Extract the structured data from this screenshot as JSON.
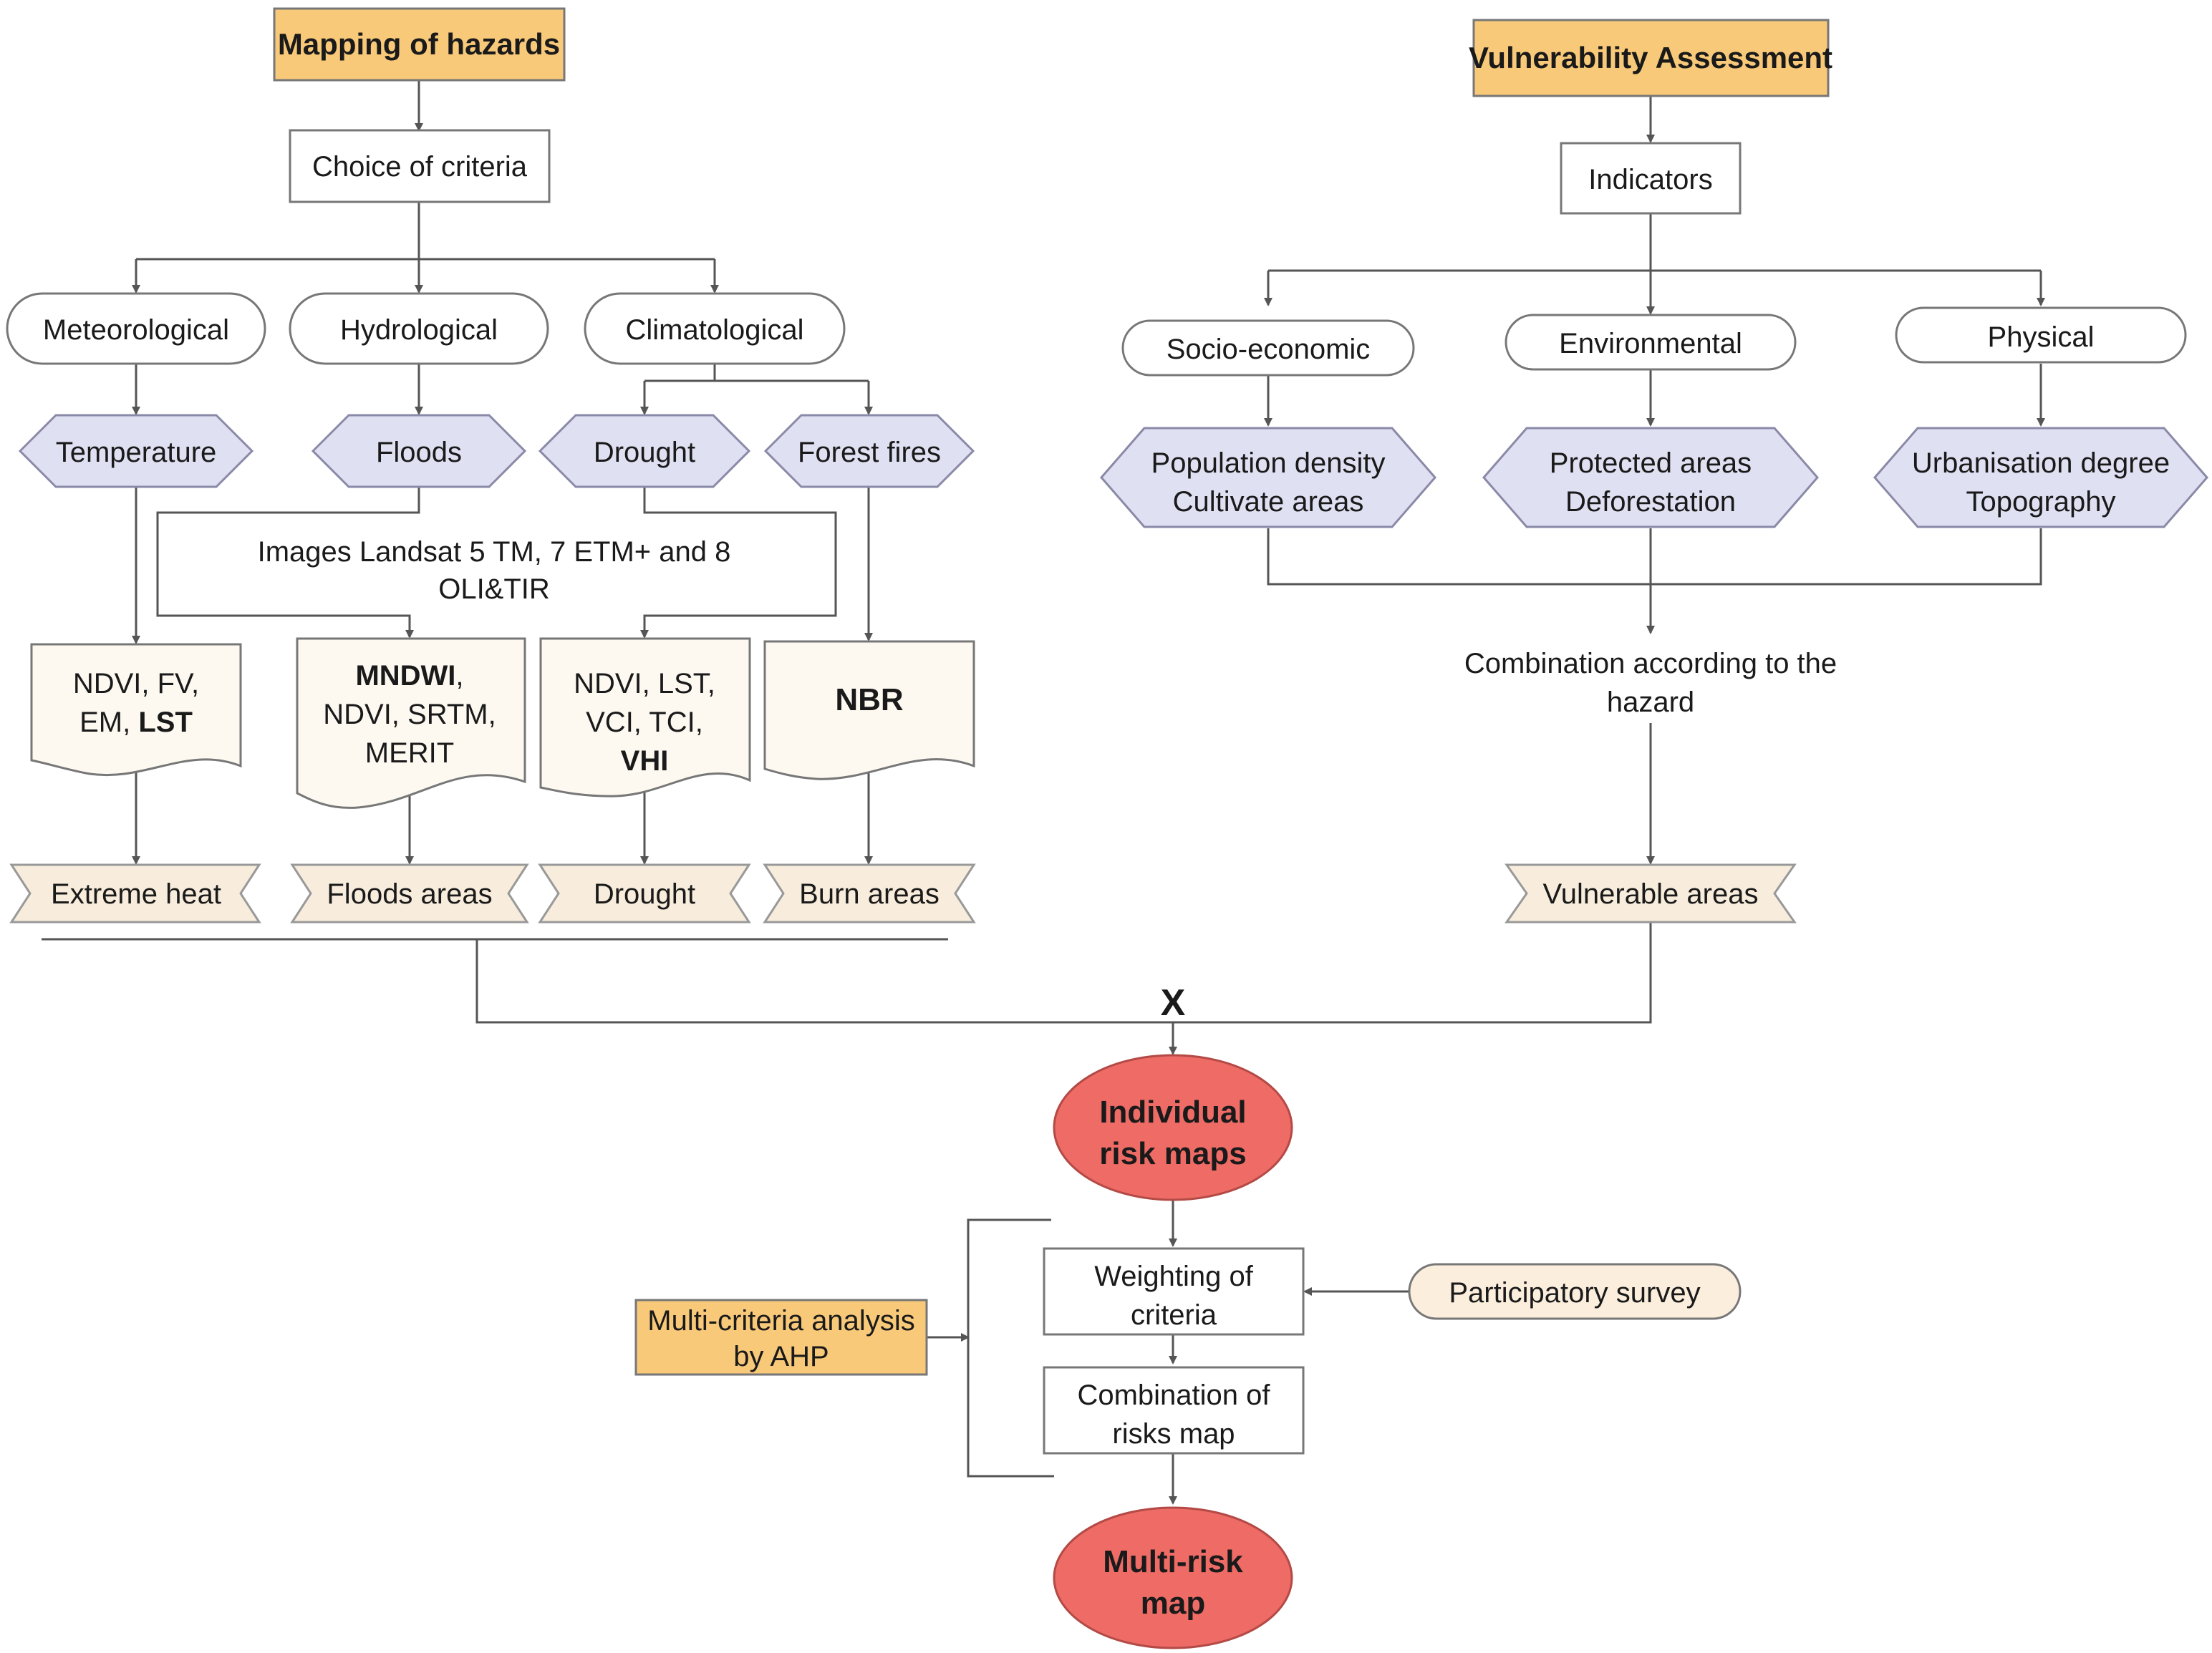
{
  "hazards": {
    "title": "Mapping of hazards",
    "criteria": "Choice of criteria",
    "categories": {
      "meteorological": "Meteorological",
      "hydrological": "Hydrological",
      "climatological": "Climatological"
    },
    "types": {
      "temperature": "Temperature",
      "floods": "Floods",
      "drought": "Drought",
      "forest_fires": "Forest fires"
    },
    "images": [
      "Images Landsat 5 TM, 7 ETM+ and 8",
      "OLI&TIR"
    ],
    "indices": {
      "temperature": {
        "line1": "NDVI, FV,",
        "line2_pre": "EM, ",
        "line2_bold": "LST"
      },
      "floods": {
        "line1_bold": "MNDWI",
        "line1_post": ",",
        "line2": "NDVI, SRTM,",
        "line3": "MERIT"
      },
      "drought": {
        "line1": "NDVI, LST,",
        "line2": "VCI, TCI,",
        "line3_bold": "VHI"
      },
      "fires": {
        "bold": "NBR"
      }
    },
    "outputs": {
      "heat": "Extreme heat",
      "floods": "Floods areas",
      "drought": "Drought",
      "burn": "Burn areas"
    }
  },
  "vulnerability": {
    "title": "Vulnerability Assessment",
    "indicators": "Indicators",
    "categories": {
      "socio": "Socio-economic",
      "environmental": "Environmental",
      "physical": "Physical"
    },
    "factors": {
      "socio": [
        "Population density",
        "Cultivate areas"
      ],
      "environmental": [
        "Protected areas",
        "Deforestation"
      ],
      "physical": [
        "Urbanisation degree",
        "Topography"
      ]
    },
    "combination": [
      "Combination according to the",
      "hazard"
    ],
    "output": "Vulnerable areas"
  },
  "risk": {
    "operator": "X",
    "individual": [
      "Individual",
      "risk maps"
    ],
    "weighting": [
      "Weighting of",
      "criteria"
    ],
    "combination": [
      "Combination of",
      "risks map"
    ],
    "multirisk": [
      "Multi-risk",
      "map"
    ],
    "survey": "Participatory survey",
    "mca": [
      "Multi-criteria analysis",
      "by AHP"
    ]
  },
  "colors": {
    "title_fill": "#f9c97a",
    "hex_fill": "#dfe0f2",
    "output_fill": "#f8eddc",
    "doc_fill": "#fdf9f1",
    "risk_fill": "#ee6b66",
    "line": "#555555"
  }
}
